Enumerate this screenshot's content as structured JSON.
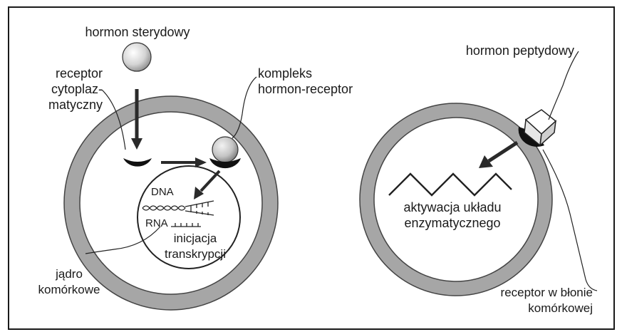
{
  "colors": {
    "frame": "#1a1a1a",
    "outer_ring": "#a6a6a6",
    "ring_inner_fill": "#ffffff",
    "hormone_ball": "#d4d4d4",
    "receptor": "#111111",
    "arrow": "#2a2a2a",
    "label_text": "#1a1a1a"
  },
  "left_panel": {
    "hormone_label": "hormon sterydowy",
    "receptor_label": "receptor\ncytoplaz-\nmatyczny",
    "complex_label": "kompleks\nhormon-receptor",
    "dna_label": "DNA",
    "rna_label": "RNA",
    "initiation_label": "inicjacja\ntranskrypcji",
    "nucleus_label": "jądro\nkomórkowe"
  },
  "right_panel": {
    "hormone_label": "hormon peptydowy",
    "activation_label": "aktywacja układu\nenzymatycznego",
    "membrane_receptor_label": "receptor w błonie\nkomórkowej"
  },
  "icons": {
    "steroid_hormone": "sphere-icon",
    "peptide_hormone": "cube-icon",
    "receptor": "cup-receptor-icon"
  }
}
